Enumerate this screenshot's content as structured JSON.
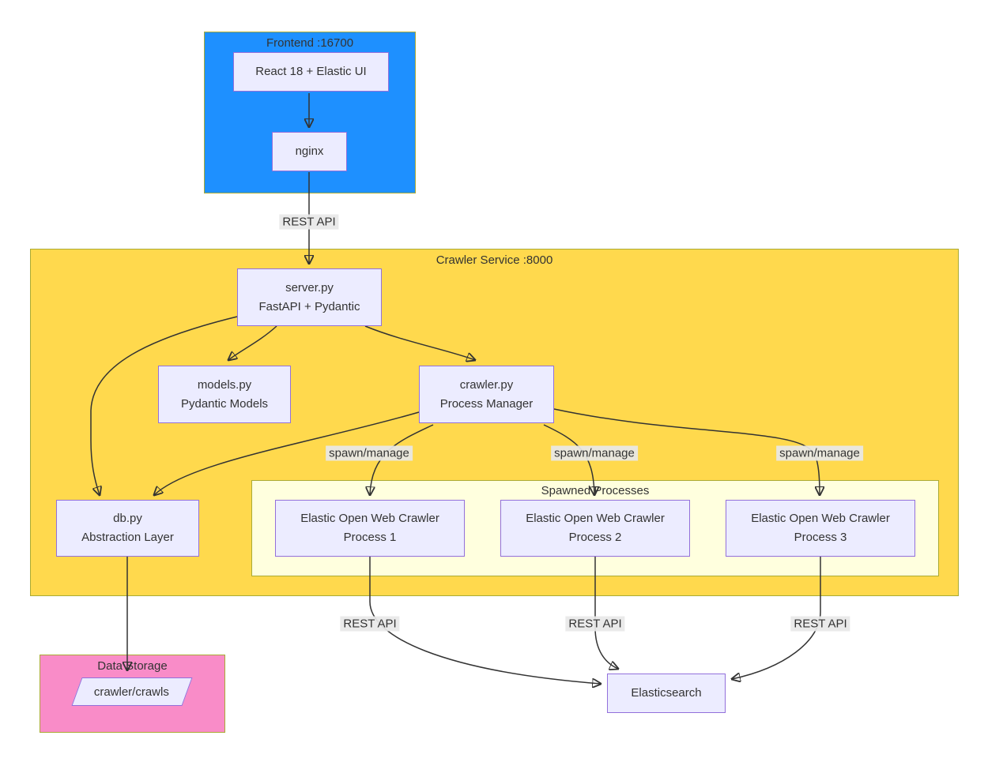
{
  "diagram": {
    "colors": {
      "background": "#FFFFFF",
      "node_fill": "#ECECFF",
      "node_border": "#9370DB",
      "cluster_border": "#AAAA33",
      "edge_color": "#333333",
      "edge_label_bg": "#E8E8E8",
      "text_color": "#333333",
      "frontend_fill": "#1E90FF",
      "crawler_service_fill": "#FFD94D",
      "spawned_fill": "#FFFFDE",
      "data_storage_fill": "#F98CC8"
    },
    "clusters": {
      "frontend": {
        "title": "Frontend :16700"
      },
      "crawler_service": {
        "title": "Crawler Service :8000"
      },
      "spawned": {
        "title": "Spawned Processes"
      },
      "data_storage": {
        "title": "Data Storage"
      }
    },
    "nodes": {
      "react": {
        "label": "React 18 + Elastic UI"
      },
      "nginx": {
        "label": "nginx"
      },
      "server": {
        "line1": "server.py",
        "line2": "FastAPI + Pydantic"
      },
      "models": {
        "line1": "models.py",
        "line2": "Pydantic Models"
      },
      "crawler": {
        "line1": "crawler.py",
        "line2": "Process Manager"
      },
      "db": {
        "line1": "db.py",
        "line2": "Abstraction Layer"
      },
      "process1": {
        "line1": "Elastic Open Web Crawler",
        "line2": "Process 1"
      },
      "process2": {
        "line1": "Elastic Open Web Crawler",
        "line2": "Process 2"
      },
      "process3": {
        "line1": "Elastic Open Web Crawler",
        "line2": "Process 3"
      },
      "crawls": {
        "label": "crawler/crawls"
      },
      "elasticsearch": {
        "label": "Elasticsearch"
      }
    },
    "edge_labels": {
      "nginx_server": "REST API",
      "spawn_1": "spawn/manage",
      "spawn_2": "spawn/manage",
      "spawn_3": "spawn/manage",
      "rest_1": "REST API",
      "rest_2": "REST API",
      "rest_3": "REST API"
    }
  }
}
